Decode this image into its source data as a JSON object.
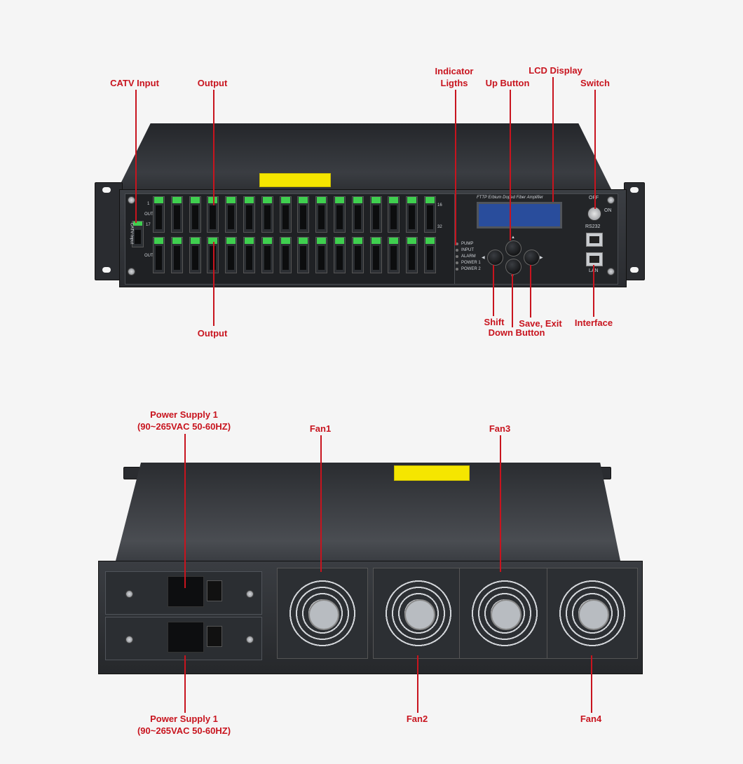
{
  "front": {
    "labels": {
      "catv_input": "CATV Input",
      "output_top": "Output",
      "output_bottom": "Output",
      "indicator_line1": "Indicator",
      "indicator_line2": "Ligths",
      "up_button": "Up Button",
      "lcd_display": "LCD Display",
      "switch": "Switch",
      "shift": "Shift",
      "save_exit": "Save, Exit",
      "down_button": "Down Button",
      "interface": "Interface"
    },
    "panel_text": {
      "port_1": "1",
      "port_16": "16",
      "port_17": "17",
      "port_32": "32",
      "out_top": "OUT",
      "out_bottom": "OUT",
      "catv_port": "CATV Input",
      "lcd_title": "FTTP Erbium Doped Fiber Amplifier",
      "off": "OFF",
      "on": "ON",
      "rs232": "RS232",
      "lan": "LAN",
      "leds": [
        "PUMP",
        "INPUT",
        "ALARM",
        "POWER 1",
        "POWER 2"
      ]
    },
    "connector_columns": 16
  },
  "rear": {
    "labels": {
      "psu_top_line1": "Power Supply 1",
      "psu_top_line2": "(90~265VAC 50-60HZ)",
      "psu_bottom_line1": "Power Supply 1",
      "psu_bottom_line2": "(90~265VAC 50-60HZ)",
      "fan1": "Fan1",
      "fan2": "Fan2",
      "fan3": "Fan3",
      "fan4": "Fan4"
    }
  },
  "colors": {
    "callout": "#c8141e",
    "connector": "#3fcf4f",
    "lcd": "#294d9c",
    "sticker": "#f5e600"
  }
}
